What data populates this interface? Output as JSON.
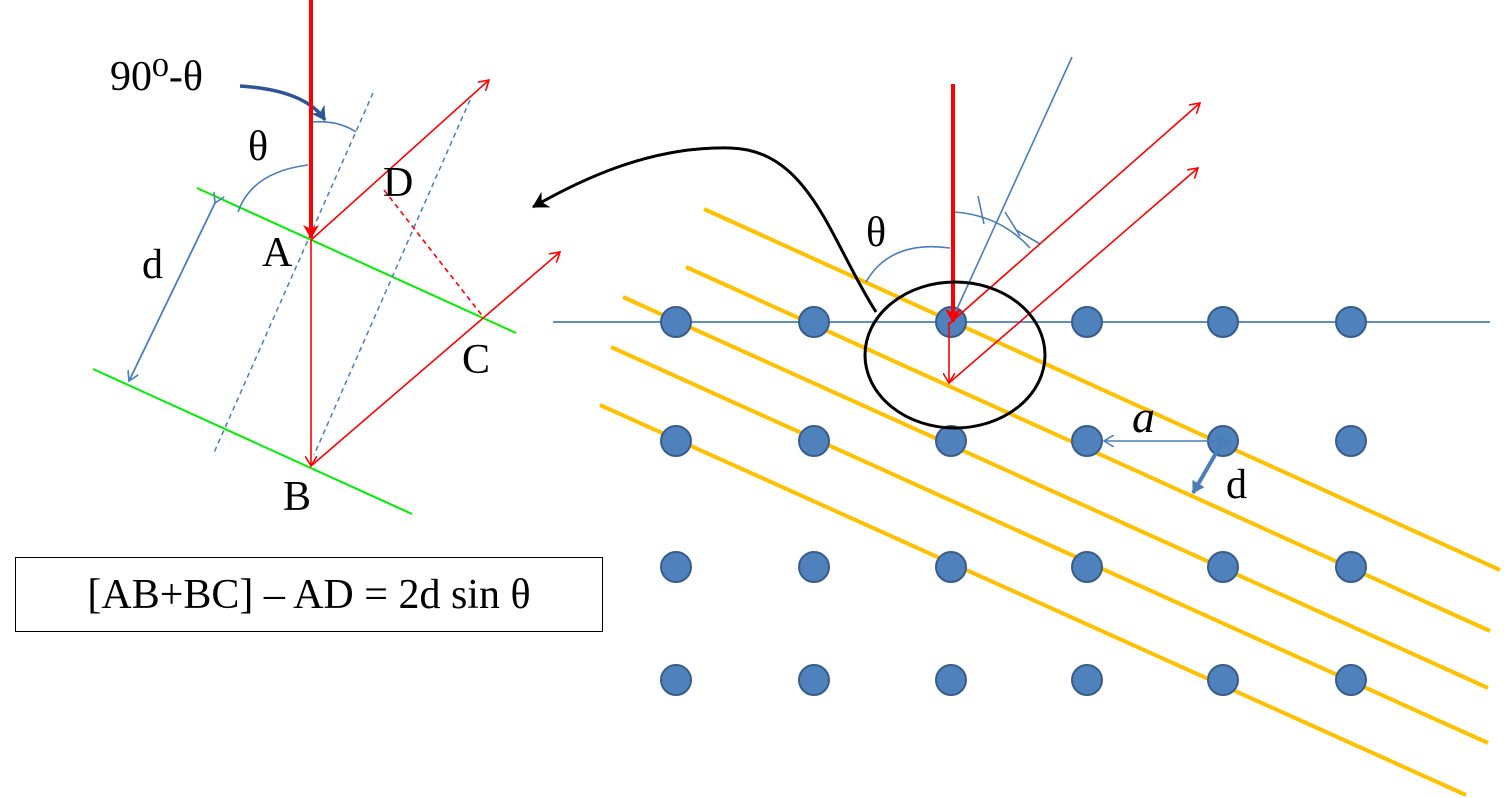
{
  "labels": {
    "angle_complement": "90⁰-θ",
    "theta_left": "θ",
    "theta_right": "θ",
    "d_left": "d",
    "d_right": "d",
    "lattice_a": "a",
    "point_A": "A",
    "point_B": "B",
    "point_C": "C",
    "point_D": "D"
  },
  "formula": "[AB+BC] – AD = 2d sin θ",
  "colors": {
    "ray": "#ff0000",
    "lattice_plane": "#00ee00",
    "construction": "#4a7ebb",
    "bragg_plane": "#ffc000",
    "atom_fill": "#4f81bd",
    "atom_stroke": "#385d8a",
    "callout": "#000000"
  },
  "lattice": {
    "rows": 4,
    "columns": 6
  }
}
